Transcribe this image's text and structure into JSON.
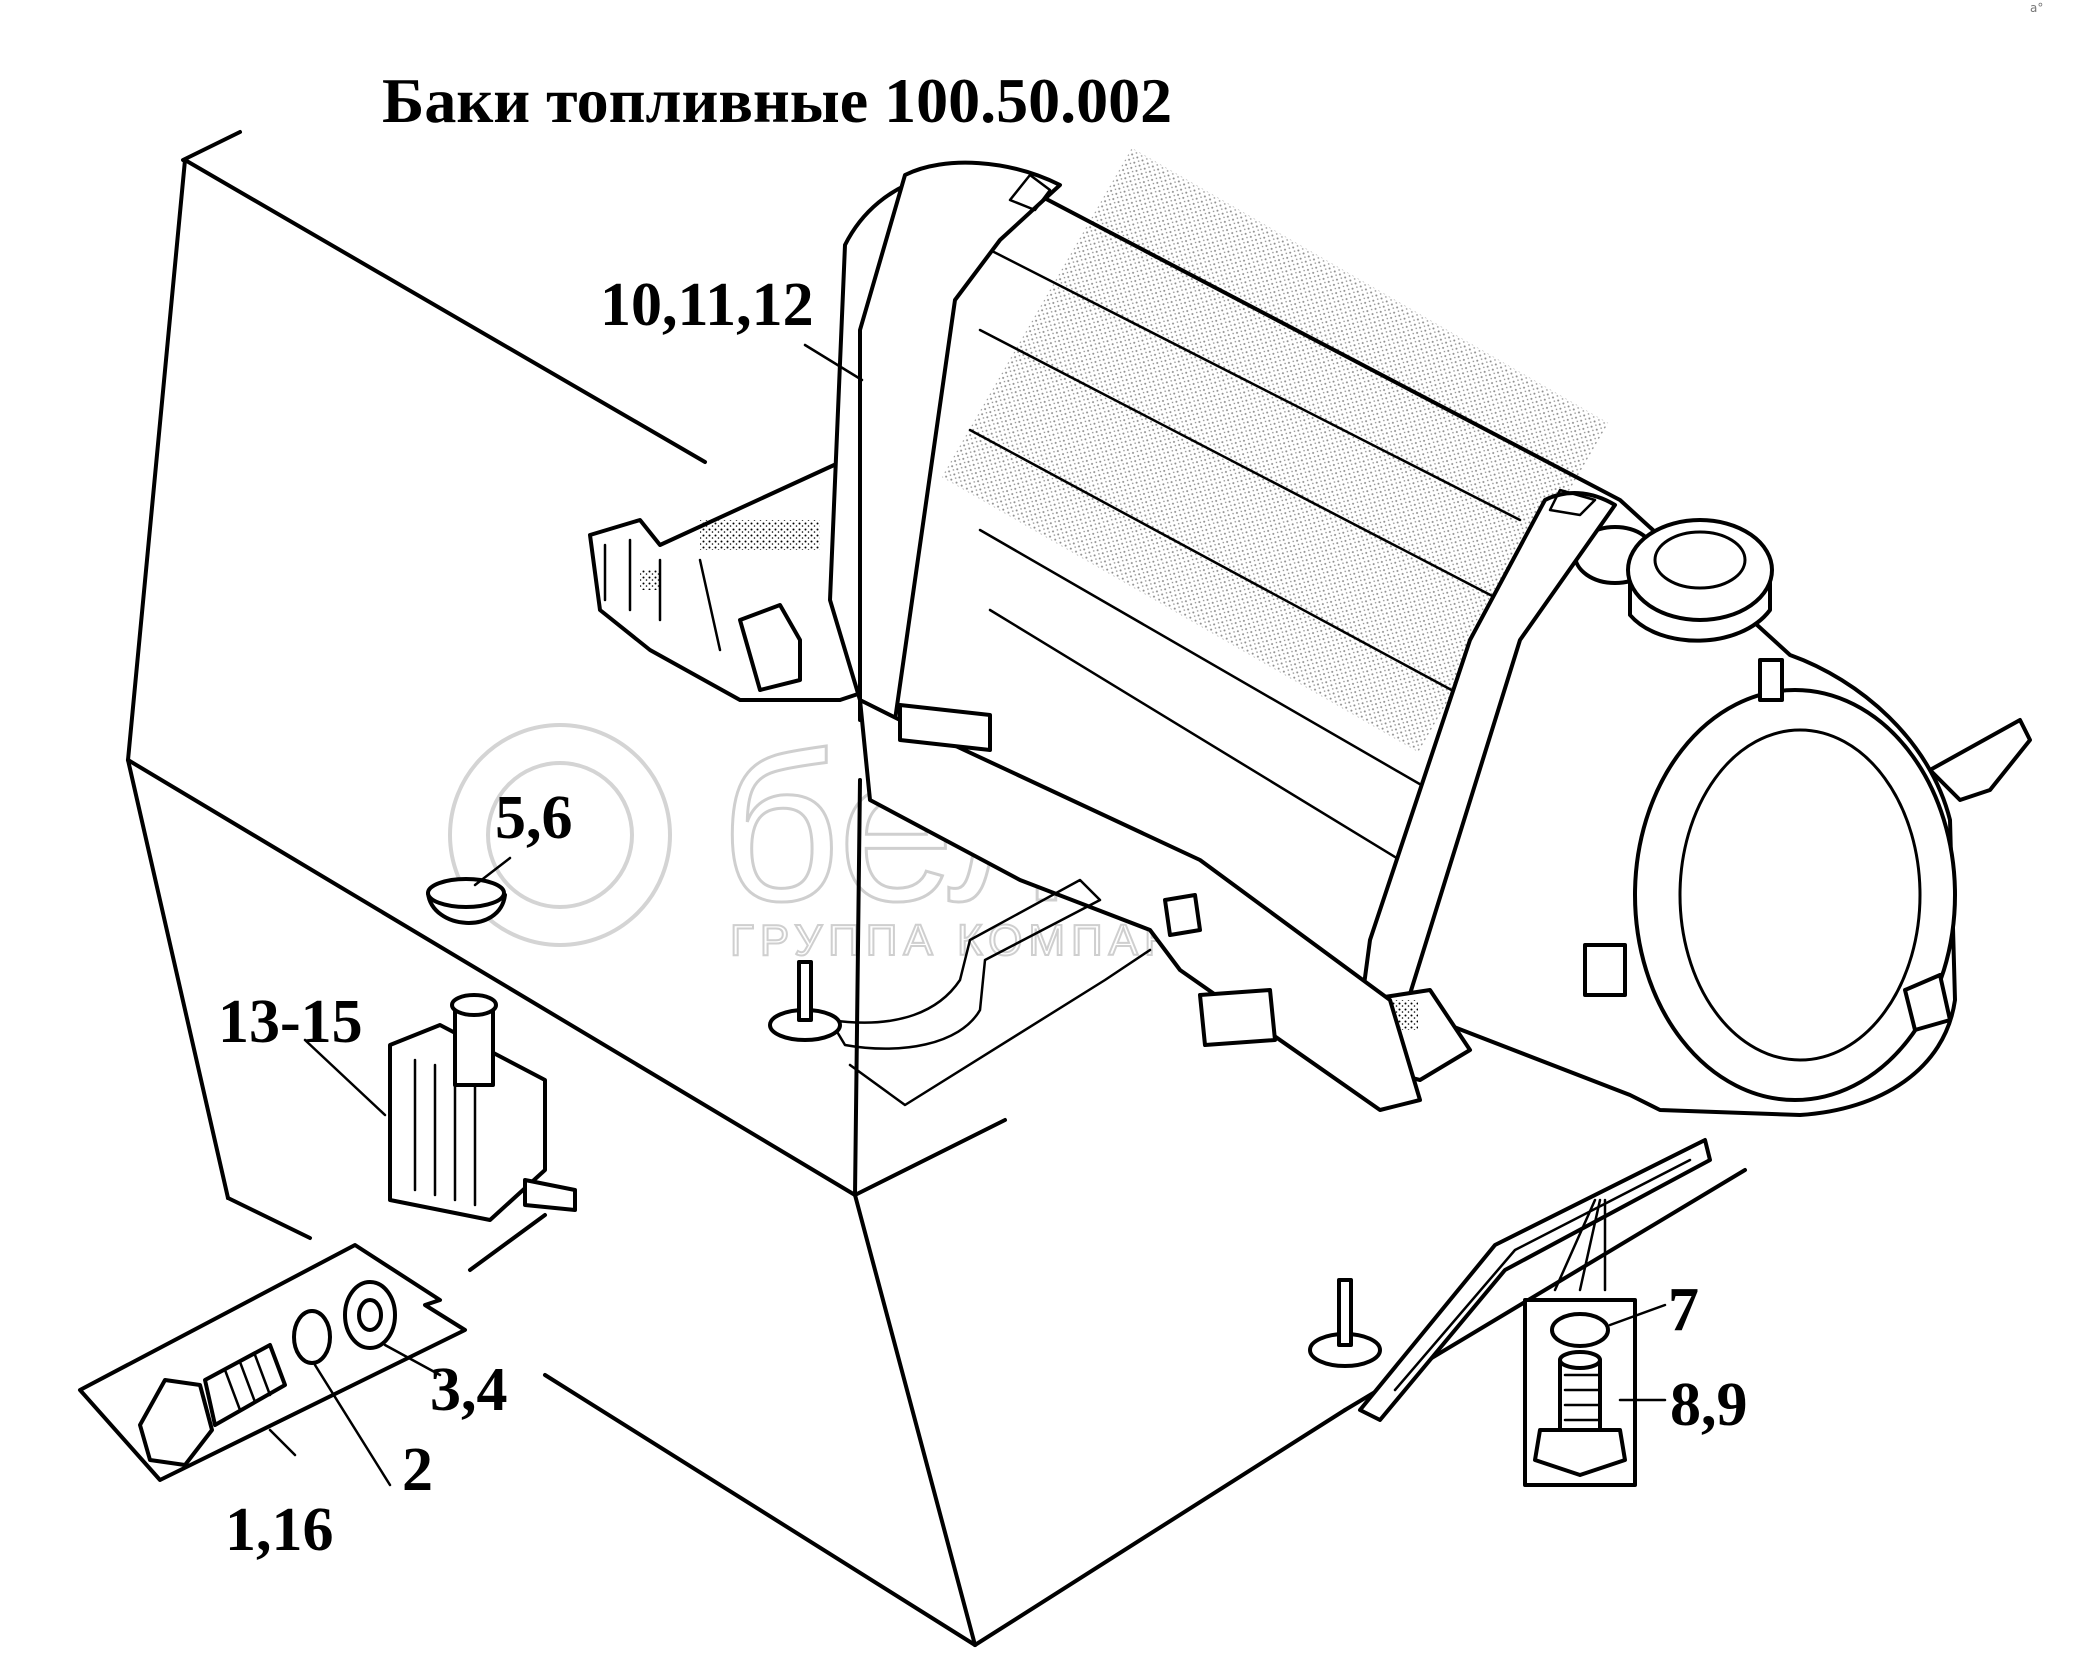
{
  "title": "Баки топливные 100.50.002",
  "corner_mark": "a°",
  "watermark": {
    "brand": "белагро",
    "tagline": "ГРУППА КОМПАНИЙ"
  },
  "callouts": [
    {
      "id": "c-10-11-12",
      "text": "10,11,12"
    },
    {
      "id": "c-5-6",
      "text": "5,6"
    },
    {
      "id": "c-13-15",
      "text": "13-15"
    },
    {
      "id": "c-3-4",
      "text": "3,4"
    },
    {
      "id": "c-2",
      "text": "2"
    },
    {
      "id": "c-1-16",
      "text": "1,16"
    },
    {
      "id": "c-7",
      "text": "7"
    },
    {
      "id": "c-8-9",
      "text": "8,9"
    }
  ]
}
